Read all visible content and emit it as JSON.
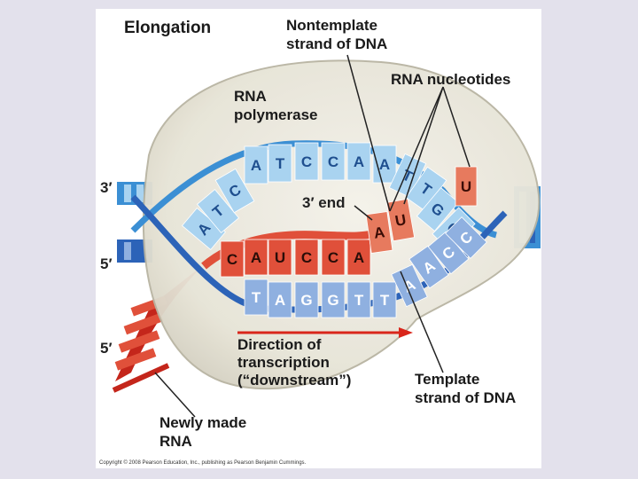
{
  "title": "Elongation",
  "labels": {
    "nontemplate_line1": "Nontemplate",
    "nontemplate_line2": "strand of DNA",
    "rna_nucleotides": "RNA nucleotides",
    "polymerase_line1": "RNA",
    "polymerase_line2": "polymerase",
    "three_prime_end": "3′ end",
    "direction_line1": "Direction of",
    "direction_line2": "transcription",
    "direction_line3": "(“downstream”)",
    "template_line1": "Template",
    "template_line2": "strand of DNA",
    "newly_line1": "Newly made",
    "newly_line2": "RNA"
  },
  "ends": {
    "top_left": "3′",
    "mid_left": "5′",
    "bottom_left": "5′"
  },
  "bases": {
    "nontemplate": [
      "A",
      "T",
      "C",
      "A",
      "T",
      "C",
      "C",
      "A",
      "A",
      "T",
      "T",
      "G",
      "G"
    ],
    "rna": [
      "C",
      "A",
      "U",
      "C",
      "C",
      "A"
    ],
    "template": [
      "T",
      "A",
      "G",
      "G",
      "T",
      "T",
      "A",
      "A",
      "C",
      "C"
    ],
    "incoming": [
      "A",
      "U",
      "U"
    ]
  },
  "copyright": "Copyright © 2008 Pearson Education, Inc., publishing as Pearson Benjamin Cummings.",
  "colors": {
    "nontemplate": "#3b8fd4",
    "nontemplate_light": "#a9d3f0",
    "template": "#2c63b8",
    "template_light": "#8fb0e0",
    "rna": "#e0503a",
    "rna_dark": "#c4261b",
    "bubble": "#e6e3d6"
  }
}
